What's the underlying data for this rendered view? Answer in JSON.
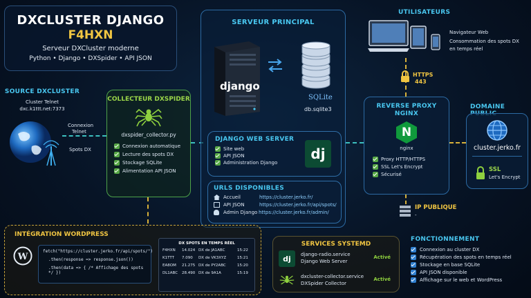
{
  "title": {
    "main": "DXCLUSTER DJANGO",
    "call": "F4HXN",
    "sub": "Serveur DXCluster moderne",
    "stack": "Python • Django • DXSpider • API JSON"
  },
  "source": {
    "heading": "SOURCE DXCLUSTER",
    "line1": "Cluster Telnet",
    "line2": "dxc.k1ttt.net:7373",
    "conn": "Connexion",
    "telnet": "Telnet",
    "spots": "Spots DX"
  },
  "collector": {
    "heading": "COLLECTEUR DXSPIDER",
    "file": "dxspider_collector.py",
    "items": [
      "Connexion automatique",
      "Lecture des spots DX",
      "Stockage SQLite",
      "Alimentation API JSON"
    ]
  },
  "server": {
    "heading": "SERVEUR PRINCIPAL",
    "django_logo": "django",
    "sqlite_logo": "SQLite",
    "db": "db.sqlite3",
    "web_heading": "DJANGO WEB SERVER",
    "web_items": [
      "Site web",
      "API JSON",
      "Administration Django"
    ],
    "dj_logo": "dj",
    "urls_heading": "URLS DISPONIBLES",
    "urls": [
      {
        "label": "Accueil",
        "url": "https://cluster.jerko.fr/"
      },
      {
        "label": "API JSON",
        "url": "https://cluster.jerko.fr/api/spots/"
      },
      {
        "label": "Admin Django",
        "url": "https://cluster.jerko.fr/admin/"
      }
    ]
  },
  "users": {
    "heading": "UTILISATEURS",
    "line1": "Navigateur Web",
    "line2": "Consommation des spots DX",
    "line3": "en temps réel",
    "https": "HTTPS",
    "port": "443"
  },
  "proxy": {
    "heading1": "REVERSE PROXY",
    "heading2": "NGINX",
    "logo": "N",
    "name": "nginx",
    "items": [
      "Proxy HTTP/HTTPS",
      "SSL Let's Encrypt",
      "Sécurisé"
    ]
  },
  "domain": {
    "heading": "DOMAINE PUBLIC",
    "name": "cluster.jerko.fr",
    "ssl": "SSL",
    "ssl_sub": "Let's Encrypt"
  },
  "ip": {
    "heading": "IP PUBLIQUE",
    "value": "-"
  },
  "wordpress": {
    "heading": "INTÉGRATION WORDPRESS",
    "code": [
      "fetch(\"https://cluster.jerko.fr/api/spots/\")",
      ".then(response => response.json())",
      ".then(data => { /* Affichage des spots */ })"
    ],
    "table_title": "DX SPOTS EN TEMPS RÉEL",
    "rows": [
      [
        "F4HXN",
        "14.024",
        "DX de JA1ABC",
        "15:22"
      ],
      [
        "K1TTT",
        "7.090",
        "DX de VK3XYZ",
        "15:21"
      ],
      [
        "EA8OM",
        "21.275",
        "DX de PY2ABC",
        "15:20"
      ],
      [
        "DL1ABC",
        "28.490",
        "DX de 9A1A",
        "15:19"
      ]
    ]
  },
  "systemd": {
    "heading": "SERVICES SYSTEMD",
    "services": [
      {
        "logo": "dj",
        "name": "django-radio.service",
        "desc": "Django Web Server",
        "status": "Activé"
      },
      {
        "logo": "",
        "name": "dxcluster-collector.service",
        "desc": "DXSpider Collector",
        "status": "Activé"
      }
    ]
  },
  "fonctionnement": {
    "heading": "FONCTIONNEMENT",
    "items": [
      "Connexion au cluster DX",
      "Récupération des spots en temps réel",
      "Stockage en base SQLite",
      "API JSON disponible",
      "Affichage sur le web et WordPress"
    ]
  },
  "colors": {
    "accent_cyan": "#49c7f0",
    "accent_green": "#9bd64a",
    "accent_yellow": "#f0c542",
    "django_green": "#0c4b33",
    "nginx_green": "#109a3c"
  }
}
